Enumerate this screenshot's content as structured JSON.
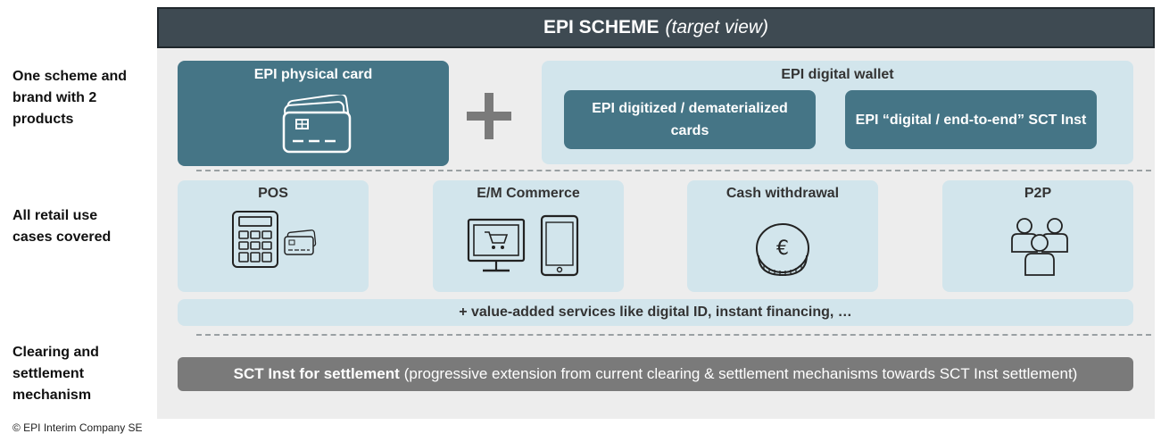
{
  "header": {
    "title": "EPI SCHEME",
    "subtitle": "(target view)"
  },
  "rows": {
    "products_label": "One scheme and brand with 2 products",
    "use_cases_label": "All retail use cases covered",
    "settlement_label": "Clearing and settlement mechanism"
  },
  "products": {
    "card_title": "EPI physical card",
    "wallet_title": "EPI digital wallet",
    "wallet_items": [
      "EPI digitized / dematerialized cards",
      "EPI “digital / end-to-end” SCT Inst"
    ]
  },
  "use_cases": [
    {
      "label": "POS",
      "icon": "pos-terminal-icon"
    },
    {
      "label": "E/M Commerce",
      "icon": "computer-and-phone-icon"
    },
    {
      "label": "Cash withdrawal",
      "icon": "euro-coin-icon"
    },
    {
      "label": "P2P",
      "icon": "people-icon"
    }
  ],
  "value_added": "+ value-added services like digital ID, instant financing, …",
  "settlement": {
    "bold": "SCT Inst for settlement",
    "rest": "(progressive extension from current clearing & settlement mechanisms towards SCT Inst settlement)"
  },
  "footer": {
    "copyright": "© EPI Interim Company SE"
  },
  "colors": {
    "header": "#3e4a52",
    "dark_teal": "#457586",
    "light_blue": "#d2e5ec",
    "settlement_gray": "#7a7a7a",
    "panel": "#ededed"
  }
}
